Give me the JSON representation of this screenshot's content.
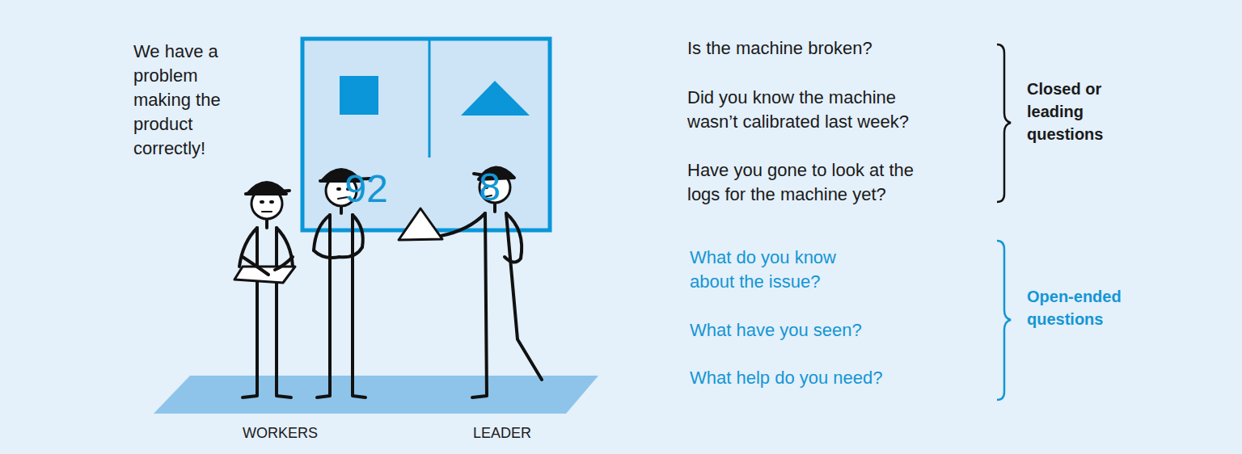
{
  "diagram": {
    "nodes": [
      {
        "text": [
          "92"
        ]
      },
      {
        "text": [
          "8"
        ]
      }
    ],
    "labels": [
      "We have a problem making the product correctly!",
      "WORKERS",
      "LEADER",
      "Is the machine broken?",
      "Did you know the machine wasn’t calibrated last week?",
      "Have you gone to look at the logs for the machine yet?",
      "Closed or leading questions",
      "What do you know about the issue?",
      "What have you seen?",
      "What help do you need?",
      "Open-ended questions"
    ]
  }
}
